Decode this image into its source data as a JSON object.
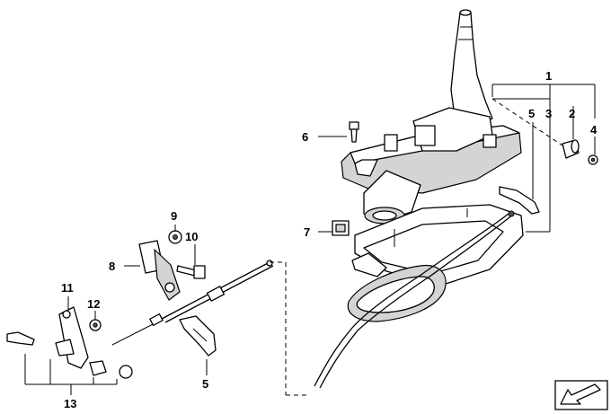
{
  "callouts": {
    "c1": "1",
    "c2": "2",
    "c3": "3",
    "c4": "4",
    "c5_top": "5",
    "c5_bottom": "5",
    "c6": "6",
    "c7": "7",
    "c8": "8",
    "c9": "9",
    "c10": "10",
    "c11": "11",
    "c12": "12",
    "c13": "13"
  },
  "icons": {
    "nav": "arrow-down-left-icon"
  }
}
